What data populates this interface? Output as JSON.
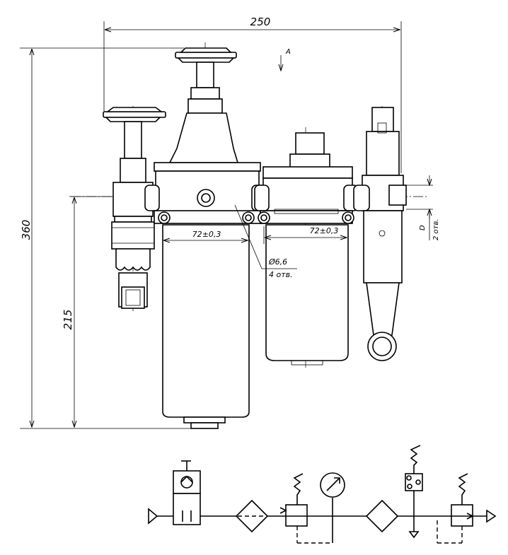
{
  "dimensions": {
    "width_total": "250",
    "height_total": "360",
    "height_axis": "215",
    "mount_spacing_left": "72±0,3",
    "mount_spacing_right": "72±0,3",
    "hole_diameter": "Ø6,6",
    "hole_count": "4 отв.",
    "port_label": "D",
    "port_count": "2 отв."
  },
  "view_label": "A"
}
